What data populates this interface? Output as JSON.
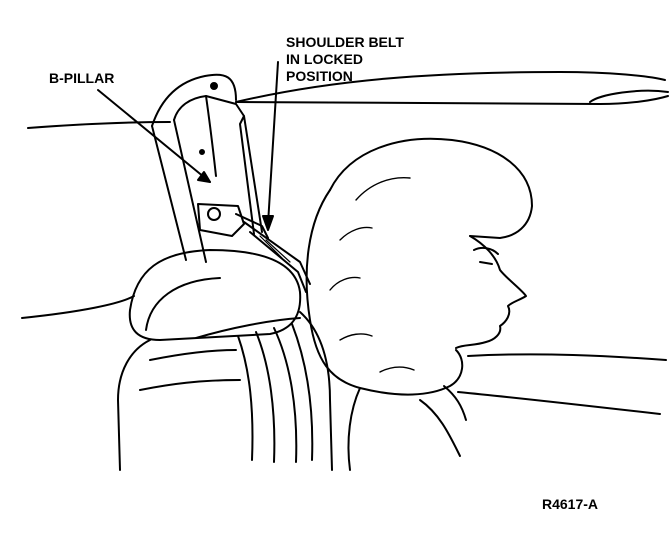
{
  "callouts": {
    "b_pillar": "B-PILLAR",
    "shoulder_belt": [
      "SHOULDER BELT",
      "IN LOCKED",
      "POSITION"
    ]
  },
  "figure_code": "R4617-A",
  "colors": {
    "ink": "#000000",
    "paper": "#ffffff"
  }
}
